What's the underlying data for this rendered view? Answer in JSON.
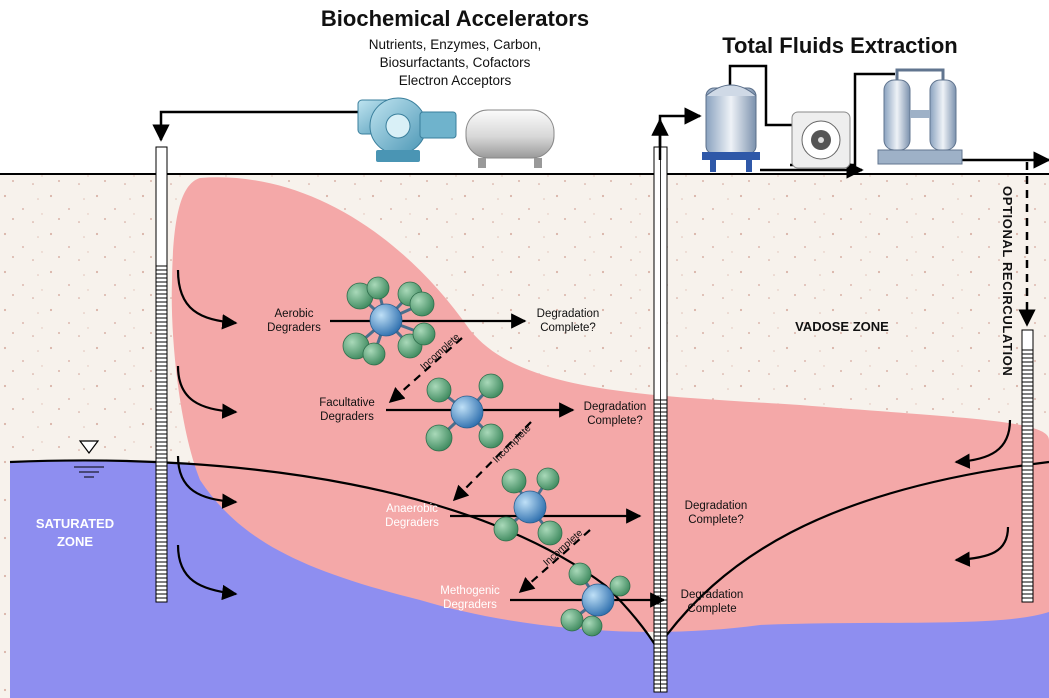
{
  "accelerators": {
    "title": "Biochemical Accelerators",
    "line1": "Nutrients, Enzymes, Carbon,",
    "line2": "Biosurfactants, Cofactors",
    "line3": "Electron Acceptors"
  },
  "extraction": {
    "title": "Total Fluids Extraction"
  },
  "recirculation": {
    "label": "OPTIONAL RECIRCULATION"
  },
  "zones": {
    "vadose": "VADOSE ZONE",
    "saturated_1": "SATURATED",
    "saturated_2": "ZONE"
  },
  "degraders": [
    {
      "name1": "Aerobic",
      "name2": "Degraders",
      "result1": "Degradation",
      "result2": "Complete?"
    },
    {
      "name1": "Facultative",
      "name2": "Degraders",
      "result1": "Degradation",
      "result2": "Complete?"
    },
    {
      "name1": "Anaerobic",
      "name2": "Degraders",
      "result1": "Degradation",
      "result2": "Complete?"
    },
    {
      "name1": "Methogenic",
      "name2": "Degraders",
      "result1": "Degradation",
      "result2": "Complete"
    }
  ],
  "incomplete_label": "Incomplete",
  "colors": {
    "soil": "#f7f2ec",
    "plume": "#f4a8a8",
    "groundwater": "#8e8ef0",
    "overlap": "#a373c0",
    "molecule_center": "#4f9ad6",
    "molecule_atom": "#62a77e"
  }
}
